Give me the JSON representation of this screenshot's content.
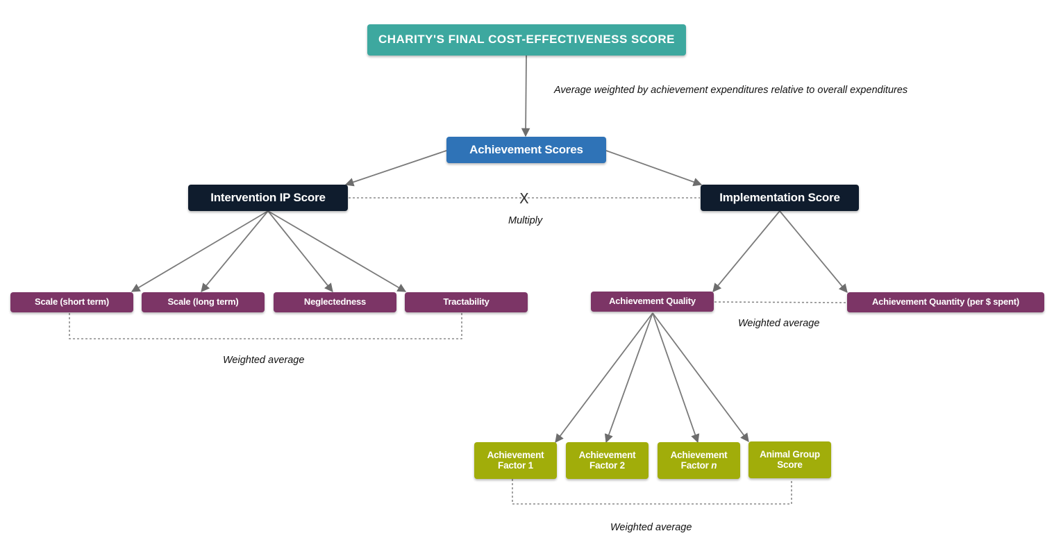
{
  "diagram": {
    "root": {
      "label": "CHARITY'S FINAL COST-EFFECTIVENESS SCORE"
    },
    "root_note": "Average weighted by achievement expenditures relative to overall expenditures",
    "achievement": {
      "label": "Achievement Scores"
    },
    "intervention": {
      "label": "Intervention IP Score"
    },
    "implementation": {
      "label": "Implementation Score"
    },
    "multiply": {
      "symbol": "X",
      "label": "Multiply"
    },
    "intervention_children": [
      {
        "label": "Scale (short term)"
      },
      {
        "label": "Scale (long term)"
      },
      {
        "label": "Neglectedness"
      },
      {
        "label": "Tractability"
      }
    ],
    "intervention_note": "Weighted average",
    "implementation_children": [
      {
        "label": "Achievement Quality"
      },
      {
        "label": "Achievement Quantity (per $ spent)"
      }
    ],
    "implementation_note": "Weighted average",
    "quality_children": [
      {
        "line1": "Achievement",
        "line2": "Factor 1"
      },
      {
        "line1": "Achievement",
        "line2": "Factor 2"
      },
      {
        "line1": "Achievement",
        "line2": "Factor ",
        "line2_italic": "n"
      },
      {
        "line1": "Animal Group",
        "line2": "Score"
      }
    ],
    "quality_note": "Weighted average",
    "colors": {
      "teal": "#3da89f",
      "blue": "#2f73b7",
      "navy": "#0f1c2d",
      "purple": "#7c3566",
      "olive": "#a1ad0a",
      "connector": "#7a7a7a"
    }
  }
}
